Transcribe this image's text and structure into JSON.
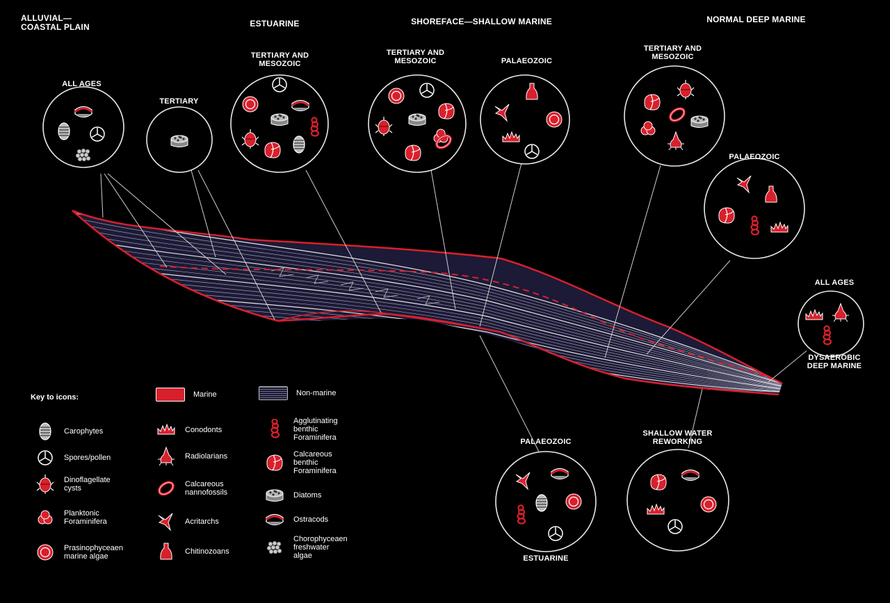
{
  "environments": {
    "alluvial": "ALLUVIAL—\nCOASTAL PLAIN",
    "estuarine": "ESTUARINE",
    "shoreface": "SHOREFACE—SHALLOW MARINE",
    "deep": "NORMAL DEEP MARINE"
  },
  "circles": [
    {
      "label": "ALL AGES",
      "icons": [
        "ostracod",
        "carophyte",
        "spore",
        "chlorophyceae"
      ]
    },
    {
      "label": "TERTIARY",
      "icons": [
        "diatom"
      ]
    },
    {
      "label": "TERTIARY AND\nMESOZOIC",
      "icons": [
        "spore",
        "prasino",
        "diatom",
        "ostracod",
        "dinoflagellate",
        "calc-benthic",
        "carophyte",
        "agglutinating"
      ]
    },
    {
      "label": "TERTIARY AND\nMESOZOIC",
      "icons": [
        "prasino",
        "spore",
        "calc-benthic",
        "dinoflagellate",
        "diatom",
        "planktonic",
        "calc-benthic",
        "nannofossil"
      ]
    },
    {
      "label": "PALAEOZOIC",
      "icons": [
        "chitinozoan",
        "acritarch",
        "prasino",
        "conodont",
        "spore"
      ]
    },
    {
      "label": "TERTIARY AND\nMESOZOIC",
      "icons": [
        "calc-benthic",
        "dinoflagellate",
        "nannofossil",
        "planktonic",
        "diatom",
        "radiolarian"
      ]
    },
    {
      "label": "PALAEOZOIC",
      "icons": [
        "acritarch",
        "chitinozoan",
        "calc-benthic",
        "agglutinating",
        "conodont"
      ]
    },
    {
      "label": "ALL AGES\n\n\n\n\n\n\n\n\nDYSAEROBIC\nDEEP MARINE",
      "icons": [
        "conodont",
        "radiolarian",
        "agglutinating"
      ]
    },
    {
      "label": "PALAEOZOIC\n\n\n\n\n\n\n\n\n\n\n\n\n\nESTUARINE",
      "icons": [
        "acritarch",
        "ostracod",
        "agglutinating",
        "carophyte",
        "prasino",
        "spore"
      ]
    },
    {
      "label": "SHALLOW WATER\nREWORKING",
      "icons": [
        "calc-benthic",
        "ostracod",
        "conodont",
        "prasino",
        "spore"
      ]
    }
  ],
  "key": {
    "title": "Key to icons:",
    "marine": "Marine",
    "nonmarine": "Non-marine",
    "items": [
      {
        "icon": "carophyte",
        "label": "Carophytes"
      },
      {
        "icon": "spore",
        "label": "Spores/pollen"
      },
      {
        "icon": "dinoflagellate",
        "label": "Dinoflagellate\ncysts"
      },
      {
        "icon": "planktonic",
        "label": "Planktonic\nForaminifera"
      },
      {
        "icon": "prasino",
        "label": "Prasinophyceaen\nmarine algae"
      },
      {
        "icon": "conodont",
        "label": "Conodonts"
      },
      {
        "icon": "radiolarian",
        "label": "Radiolarians"
      },
      {
        "icon": "nannofossil",
        "label": "Calcareous\nnannofossils"
      },
      {
        "icon": "acritarch",
        "label": "Acritarchs"
      },
      {
        "icon": "chitinozoan",
        "label": "Chitinozoans"
      },
      {
        "icon": "agglutinating",
        "label": "Agglutinating\nbenthic\nForaminifera"
      },
      {
        "icon": "calc-benthic",
        "label": "Calcareous\nbenthic\nForaminifera"
      },
      {
        "icon": "diatom",
        "label": "Diatoms"
      },
      {
        "icon": "ostracod",
        "label": "Ostracods"
      },
      {
        "icon": "chlorophyceae",
        "label": "Chorophyceaen\nfreshwater\nalgae"
      }
    ]
  },
  "colors": {
    "marine": "#d8202c",
    "nonmarine": "#1c1a36",
    "line": "#cfcfcf",
    "background": "#000000"
  }
}
